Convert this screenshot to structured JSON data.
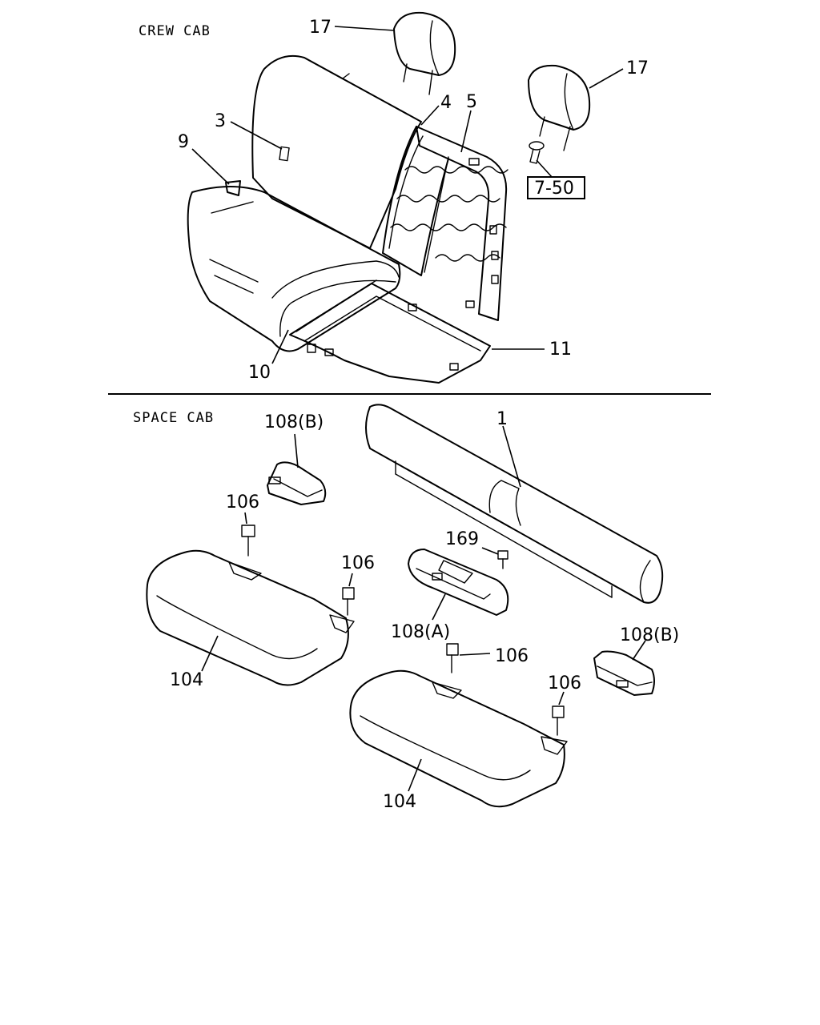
{
  "sections": {
    "crew_cab": "CREW CAB",
    "space_cab": "SPACE CAB"
  },
  "callouts": {
    "c17a": "17",
    "c17b": "17",
    "c4": "4",
    "c5": "5",
    "c3": "3",
    "c9": "9",
    "c10": "10",
    "c11": "11",
    "ref": "7-50",
    "c108b_top": "108(B)",
    "c1": "1",
    "c106_a": "106",
    "c106_b": "106",
    "c169": "169",
    "c108a": "108(A)",
    "c106_c": "106",
    "c108b_right": "108(B)",
    "c106_d": "106",
    "c104_left": "104",
    "c104_right": "104"
  }
}
